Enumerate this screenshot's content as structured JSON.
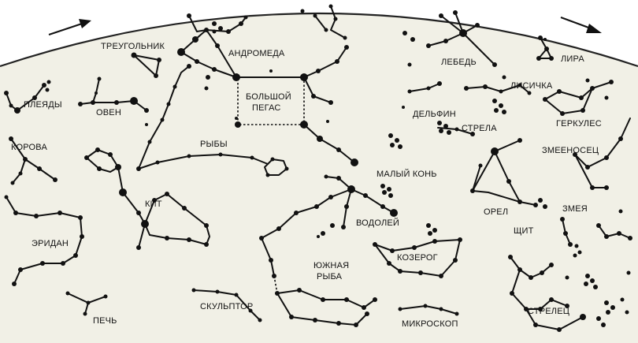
{
  "labels": {
    "treugolnik": "ТРЕУГОЛЬНИК",
    "andromeda": "АНДРОМЕДА",
    "bolshoy_pegas_line1": "БОЛЬШОЙ",
    "bolshoy_pegas_line2": "ПЕГАС",
    "lebed": "ЛЕБЕДЬ",
    "lira": "ЛИРА",
    "lisichka": "ЛИСИЧКА",
    "pleyady": "ПЛЕЯДЫ",
    "oven": "ОВЕН",
    "korova": "КОРОВА",
    "ryby": "РЫБЫ",
    "delfin": "ДЕЛЬФИН",
    "strela": "СТРЕЛА",
    "gerkules": "ГЕРКУЛЕС",
    "zmeenosets": "ЗМЕЕНОСЕЦ",
    "maly_kon": "МАЛЫЙ КОНЬ",
    "kit": "КИТ",
    "orel": "ОРЕЛ",
    "zmeya": "ЗМЕЯ",
    "eridan": "ЭРИДАН",
    "vodoley": "ВОДОЛЕЙ",
    "shchit": "ЩИТ",
    "kozerog": "КОЗЕРОГ",
    "yuzhnaya_ryba_line1": "ЮЖНАЯ",
    "yuzhnaya_ryba_line2": "РЫБА",
    "skulptor": "СКУЛЬПТОР",
    "pech": "ПЕЧЬ",
    "mikroskop": "МИКРОСКОП",
    "strelets": "СТРЕЛЕЦ"
  },
  "colors": {
    "sky_background": "#f1f0e6",
    "ink": "#111111",
    "page_background": "#ffffff"
  },
  "motion_arrows": [
    "arrow-left-rotation",
    "arrow-right-rotation"
  ]
}
